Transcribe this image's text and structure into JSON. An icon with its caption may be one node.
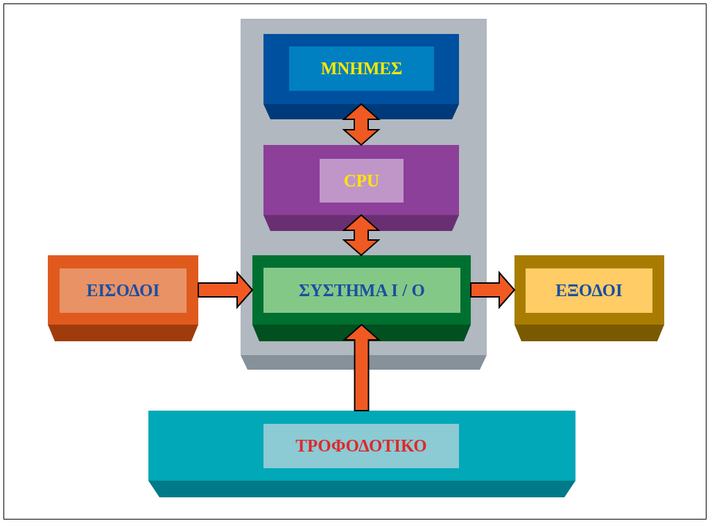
{
  "diagram": {
    "nodes": [
      {
        "text": [],
        "shape": "box"
      },
      {
        "text": [
          "ΜΝΗΜΕΣ"
        ],
        "in": 0
      },
      {
        "text": [
          "CPU"
        ],
        "in": 0
      },
      {
        "text": [
          "ΕΙΣΟΔΟΙ"
        ]
      },
      {
        "text": [
          "ΣΥΣΤΗΜΑ I / O"
        ],
        "in": 0
      },
      {
        "text": [
          "ΕΞΟΔΟΙ"
        ]
      },
      {
        "text": [
          "ΤΡΟΦΟΔΟΤΙΚΟ"
        ]
      }
    ],
    "edges": [
      {
        "from": 1,
        "to": 2,
        "arrow": "both"
      },
      {
        "from": 2,
        "to": 4,
        "arrow": "both"
      },
      {
        "from": 3,
        "to": 4,
        "arrow": "to"
      },
      {
        "from": 4,
        "to": 5,
        "arrow": "to"
      },
      {
        "from": 6,
        "to": 4,
        "arrow": "to"
      }
    ]
  }
}
